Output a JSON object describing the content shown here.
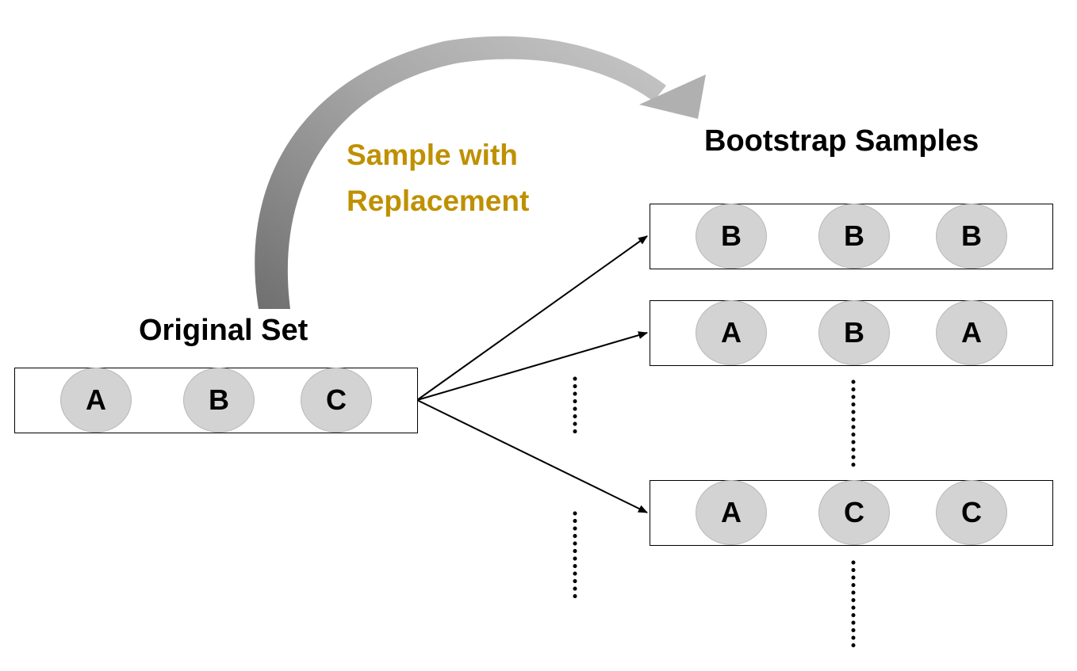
{
  "process_label": {
    "line1": "Sample with",
    "line2": "Replacement",
    "color": "#bf9000"
  },
  "original_set": {
    "title": "Original Set",
    "items": [
      "A",
      "B",
      "C"
    ]
  },
  "bootstrap_samples": {
    "title": "Bootstrap Samples",
    "samples": [
      [
        "B",
        "B",
        "B"
      ],
      [
        "A",
        "B",
        "A"
      ],
      [
        "A",
        "C",
        "C"
      ]
    ]
  },
  "colors": {
    "circle_fill": "#d3d3d3",
    "curved_arrow": "#8c8c8c",
    "lines": "#000000"
  }
}
